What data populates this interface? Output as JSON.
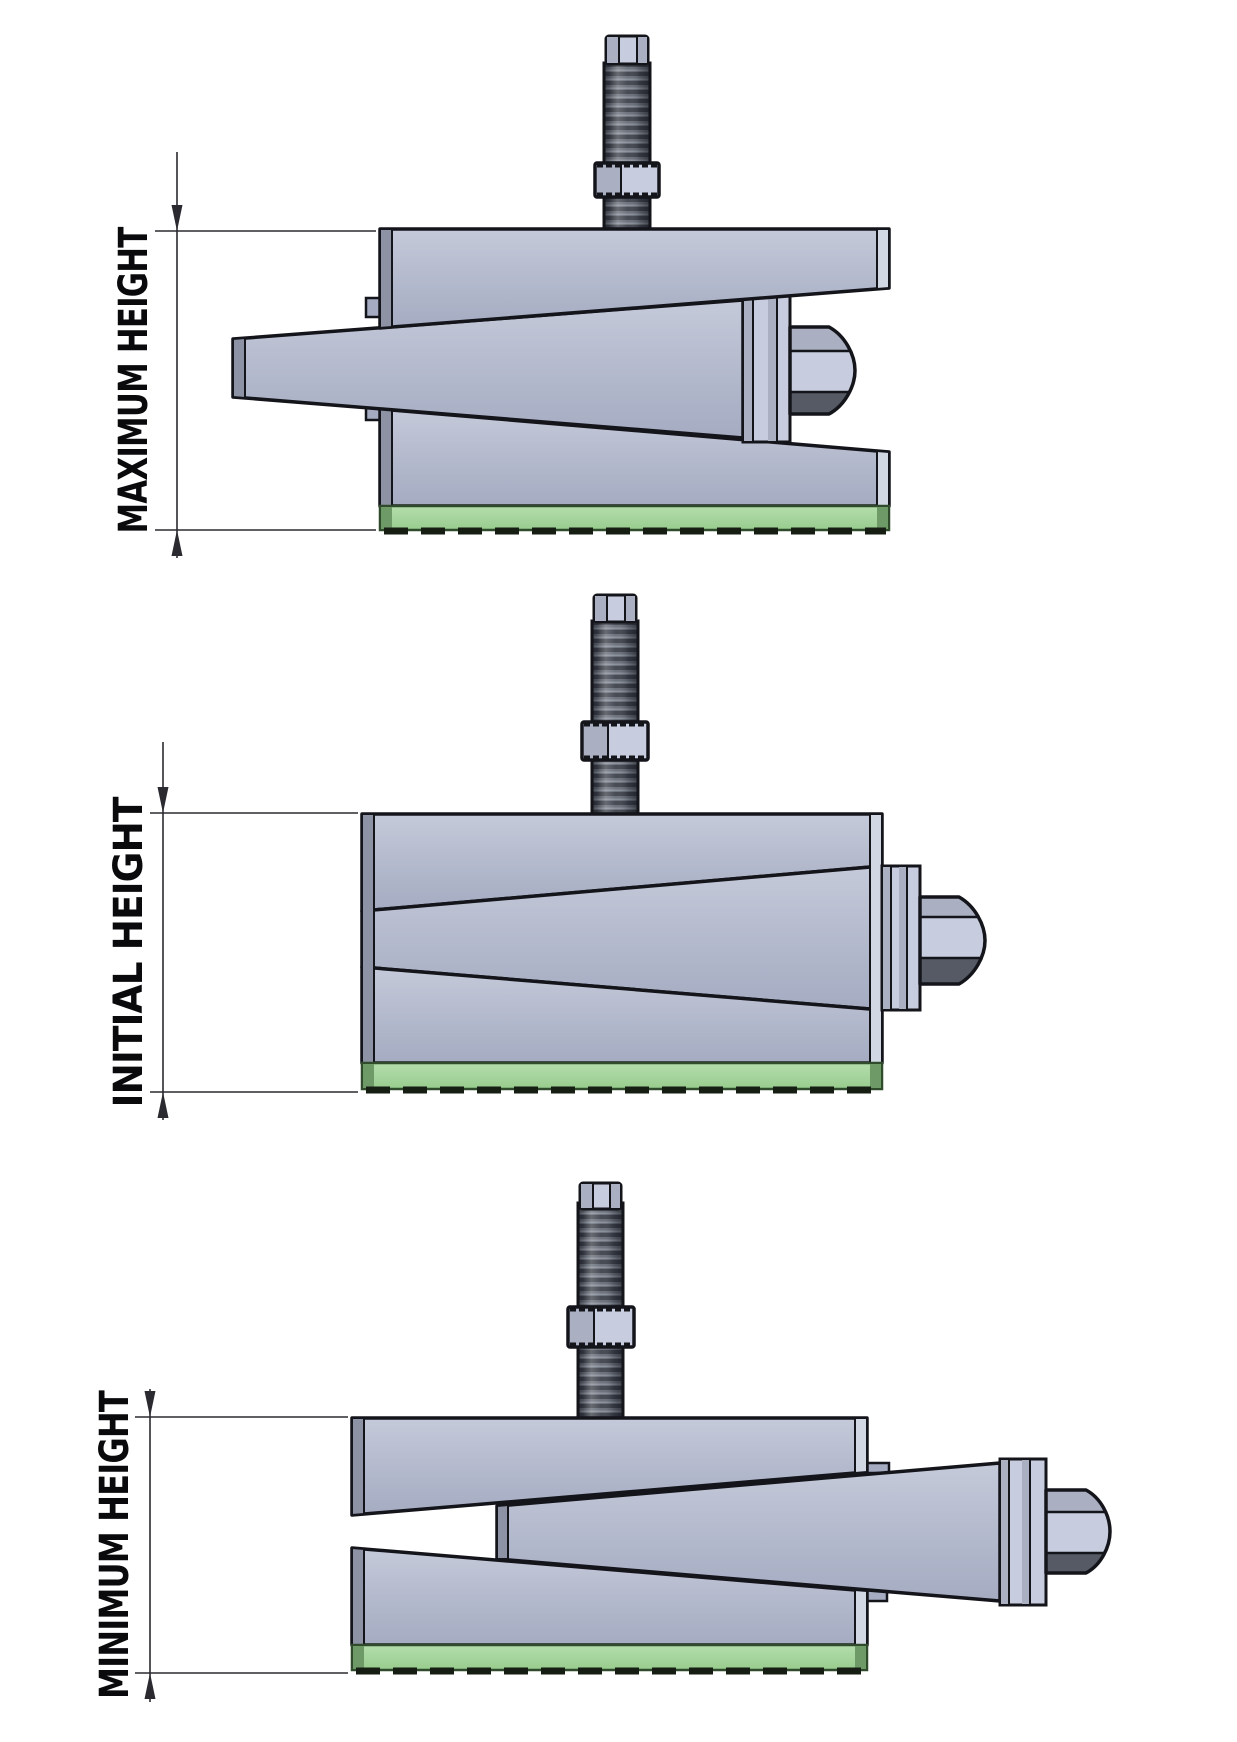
{
  "drawing": {
    "type": "engineering-drawing",
    "subject": "wedge-style adjustable leveling mount shown at three adjustment positions",
    "views": [
      {
        "id": "maximum-height",
        "label": "MAXIMUM HEIGHT"
      },
      {
        "id": "initial-height",
        "label": "INITIAL HEIGHT"
      },
      {
        "id": "minimum-height",
        "label": "MINIMUM HEIGHT"
      }
    ]
  },
  "colors": {
    "background": "#ffffff",
    "outline": "#14141b",
    "body_light": "#c4cad9",
    "body_mid": "#a5abc1",
    "body_dark": "#8d93a5",
    "edge_light": "#d2d7e4",
    "green_light": "#b4deac",
    "green_mid": "#98cc8e",
    "green_dark": "#6d9a67",
    "green_line": "#2f4b2c",
    "feet_dark": "#161d13",
    "thread_mid": "#666b76",
    "thread_dark": "#3d414a",
    "bolt_light": "#c7cdde",
    "bolt_mid": "#aab0c2",
    "bolt_dark": "#565a64",
    "dim_line": "#2a2a30",
    "label_text": "#0a0a0d"
  }
}
